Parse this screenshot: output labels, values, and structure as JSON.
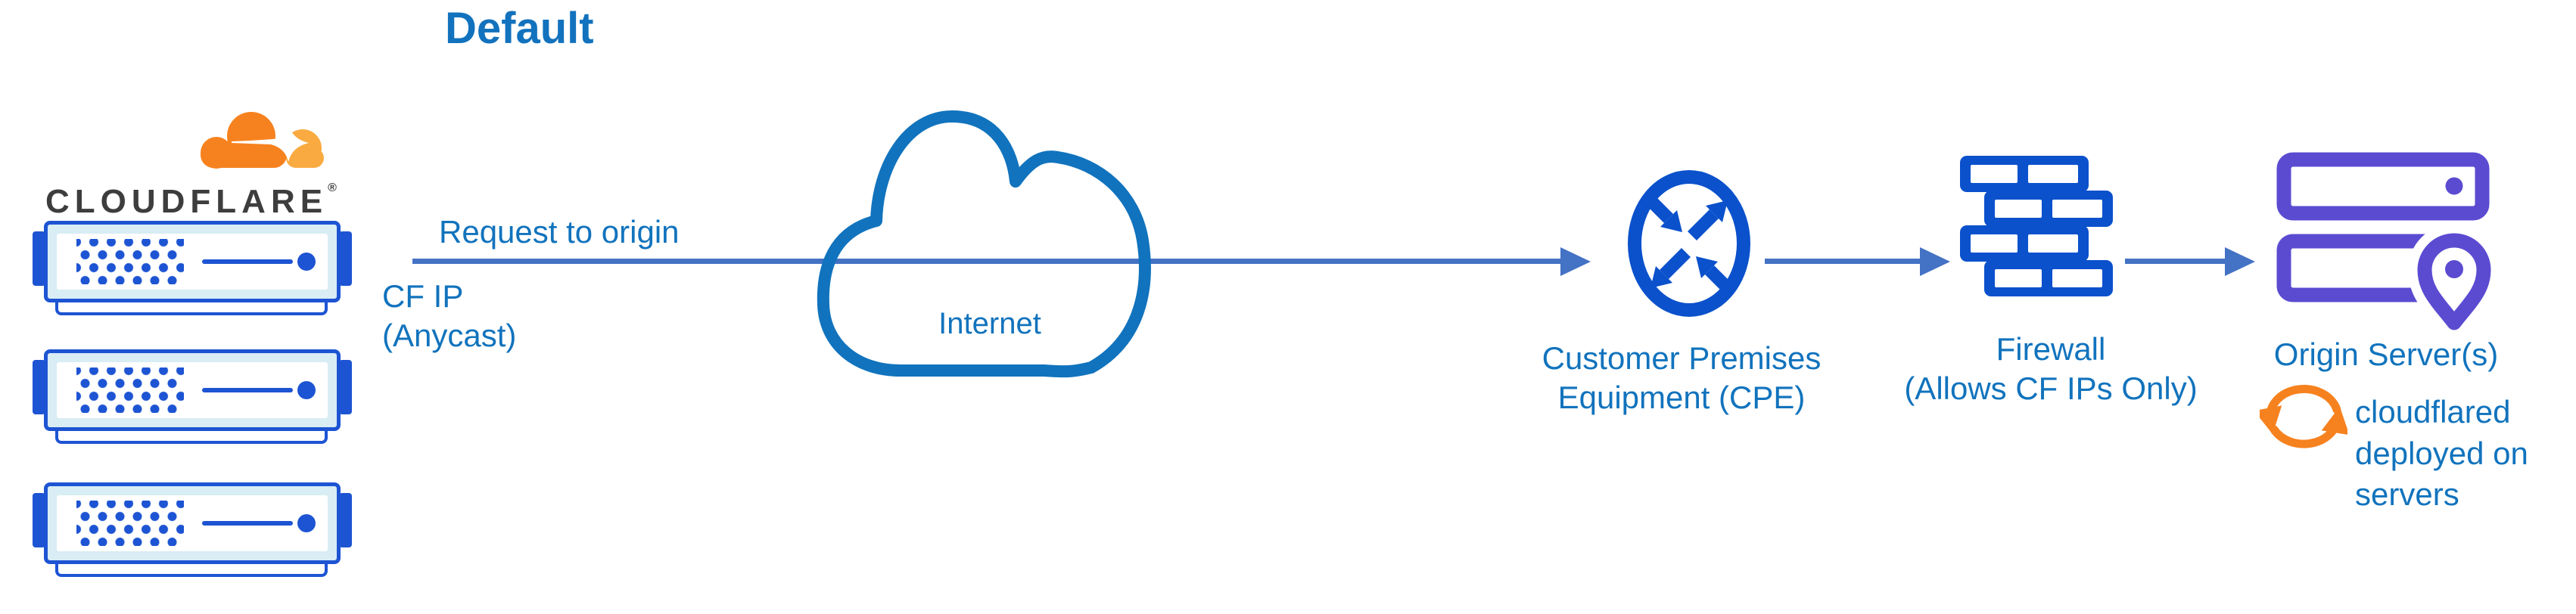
{
  "title": "Default",
  "brand": {
    "wordmark": "CLOUDFLARE",
    "registered_mark": "®"
  },
  "flow": {
    "request_label": "Request to origin",
    "source_ip_line1": "CF IP",
    "source_ip_line2": "(Anycast)"
  },
  "nodes": {
    "internet": {
      "label": "Internet"
    },
    "cpe": {
      "label_lines": [
        "Customer Premises",
        "Equipment (CPE)"
      ]
    },
    "firewall": {
      "label_lines": [
        "Firewall",
        "(Allows CF IPs Only)"
      ]
    },
    "origin": {
      "label": "Origin Server(s)",
      "note_lines": [
        "cloudflared",
        "deployed on",
        "servers"
      ]
    }
  },
  "colors": {
    "label_blue": "#1173bd",
    "title_blue": "#1272bd",
    "connector_blue": "#4472c4",
    "icon_blue": "#0b51cc",
    "server_blue": "#1d54d3",
    "server_fill": "#d8edf4",
    "origin_purple": "#5b4bd1",
    "cf_orange": "#f6821f",
    "cf_orange_light": "#f9ab41",
    "wordmark_dark": "#3d3d3d"
  }
}
